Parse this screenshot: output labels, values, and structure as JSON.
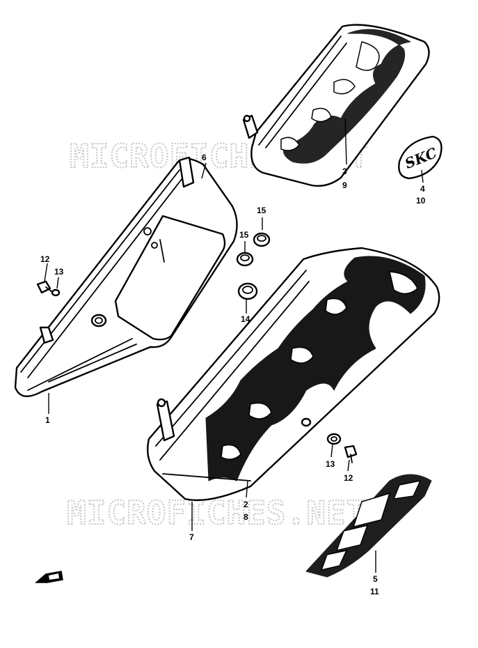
{
  "watermark": "MICROFICHES.NET",
  "emblem_text": "SKC",
  "callouts": {
    "c1": "1",
    "c2": "2",
    "c3": "3",
    "c4": "4",
    "c5": "5",
    "c6": "6",
    "c7": "7",
    "c8": "8",
    "c9": "9",
    "c10": "10",
    "c11": "11",
    "c12a": "12",
    "c12b": "12",
    "c13a": "13",
    "c13b": "13",
    "c14": "14",
    "c15a": "15",
    "c15b": "15"
  },
  "front_arrow_icon": "front-direction-arrow-icon"
}
